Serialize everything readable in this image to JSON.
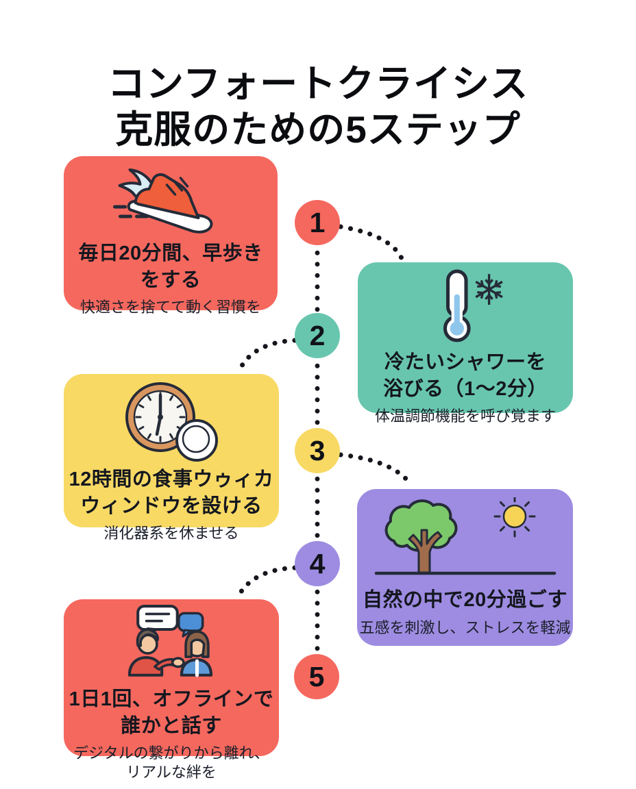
{
  "title": {
    "text": "コンフォートクライシス\n克服のための5ステップ"
  },
  "colors": {
    "red": "#F5685E",
    "teal": "#68C6AE",
    "yellow": "#F8D964",
    "purple": "#9D8CE1",
    "connector": "#15161C",
    "text": "#14171F"
  },
  "steps": [
    {
      "number": "1",
      "accent": "#F5685E",
      "icon": "winged-running-shoe-icon",
      "title": "毎日20分間、早歩き\nをする",
      "subtitle": "快適さを捨てて動く習慣を"
    },
    {
      "number": "2",
      "accent": "#68C6AE",
      "icon": "thermometer-snowflake-icon",
      "title": "冷たいシャワーを\n浴びる（1〜2分）",
      "subtitle": "体温調節機能を呼び覚ます"
    },
    {
      "number": "3",
      "accent": "#F8D964",
      "icon": "clock-plate-icon",
      "title": "12時間の食事ウゥィカ\nウィンドウを設ける",
      "subtitle": "消化器系を休ませる"
    },
    {
      "number": "4",
      "accent": "#9D8CE1",
      "icon": "tree-sun-icon",
      "title": "自然の中で20分過ごす",
      "subtitle": "五感を刺激し、ストレスを軽減"
    },
    {
      "number": "5",
      "accent": "#F5685E",
      "icon": "people-talking-icon",
      "title": "1日1回、オフラインで\n誰かと話す",
      "subtitle": "デジタルの繋がりから離れ、\nリアルな絆を"
    }
  ]
}
